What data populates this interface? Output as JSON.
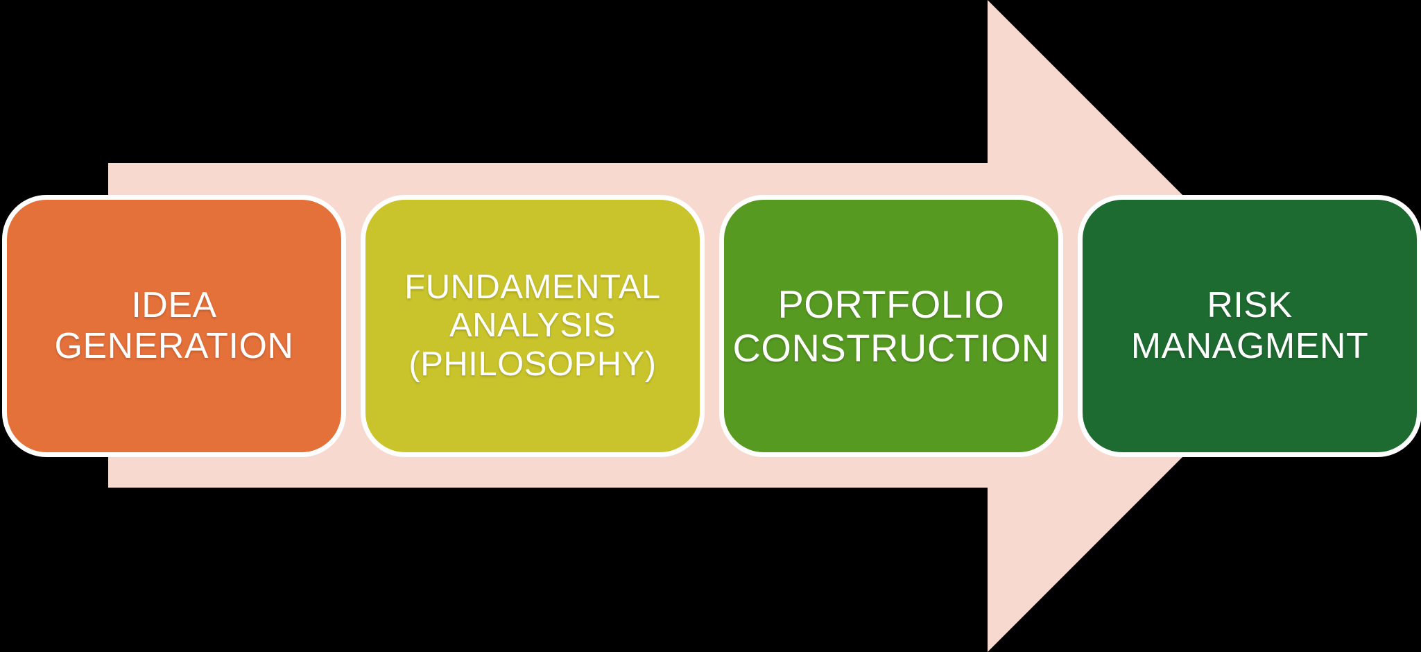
{
  "diagram": {
    "background_color": "#000000",
    "border_color": "#FFFFFF",
    "text_color": "#FFFFFF",
    "arrow": {
      "direction": "right",
      "color": "#F7D9CF"
    },
    "steps": [
      {
        "label": "IDEA\nGENERATION",
        "color": "#E4703A"
      },
      {
        "label": "FUNDAMENTAL\nANALYSIS\n(PHILOSOPHY)",
        "color": "#C9C42C"
      },
      {
        "label": "PORTFOLIO\nCONSTRUCTION",
        "color": "#579A22"
      },
      {
        "label": "RISK\nMANAGMENT",
        "color": "#1E6B31"
      }
    ]
  }
}
